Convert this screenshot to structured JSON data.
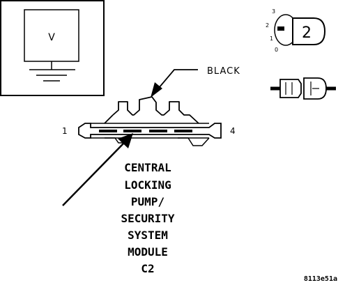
{
  "meter": {
    "symbol": "V"
  },
  "ignition": {
    "positions": [
      "3",
      "2",
      "1",
      "0"
    ],
    "key_label": "2"
  },
  "wire": {
    "color_label": "BLACK"
  },
  "connector": {
    "pin_left": "1",
    "pin_right": "4"
  },
  "component": {
    "lines": [
      "CENTRAL",
      "LOCKING",
      "PUMP/",
      "SECURITY",
      "SYSTEM",
      "MODULE",
      "C2"
    ]
  },
  "figure_id": "8113e51a"
}
